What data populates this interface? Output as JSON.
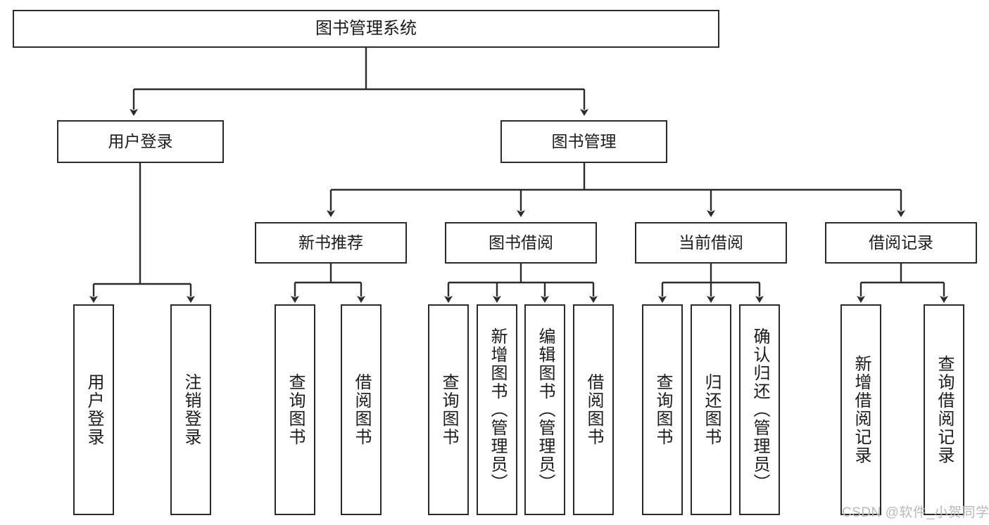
{
  "diagram": {
    "title": "图书管理系统",
    "type": "tree-hierarchy-diagram",
    "colors": {
      "box_border": "#2b2b2b",
      "box_fill": "#ffffff",
      "connector": "#2b2b2b",
      "watermark": "#b9b9b9",
      "background": "#ffffff"
    },
    "root": {
      "label": "图书管理系统"
    },
    "level2": [
      {
        "label": "用户登录"
      },
      {
        "label": "图书管理"
      }
    ],
    "level3": [
      {
        "label": "新书推荐"
      },
      {
        "label": "图书借阅"
      },
      {
        "label": "当前借阅"
      },
      {
        "label": "借阅记录"
      }
    ],
    "leaves": {
      "user_login": [
        {
          "label": "用户登录"
        },
        {
          "label": "注销登录"
        }
      ],
      "new_book_recommend": [
        {
          "label": "查询图书"
        },
        {
          "label": "借阅图书"
        }
      ],
      "book_borrow": [
        {
          "label": "查询图书"
        },
        {
          "label": "新增图书（管理员）"
        },
        {
          "label": "编辑图书（管理员）"
        },
        {
          "label": "借阅图书"
        }
      ],
      "current_borrow": [
        {
          "label": "查询图书"
        },
        {
          "label": "归还图书"
        },
        {
          "label": "确认归还（管理员）"
        }
      ],
      "borrow_record": [
        {
          "label": "新增借阅记录"
        },
        {
          "label": "查询借阅记录"
        }
      ]
    }
  },
  "watermark": {
    "text": "CSDN @软件_小贺同学"
  }
}
